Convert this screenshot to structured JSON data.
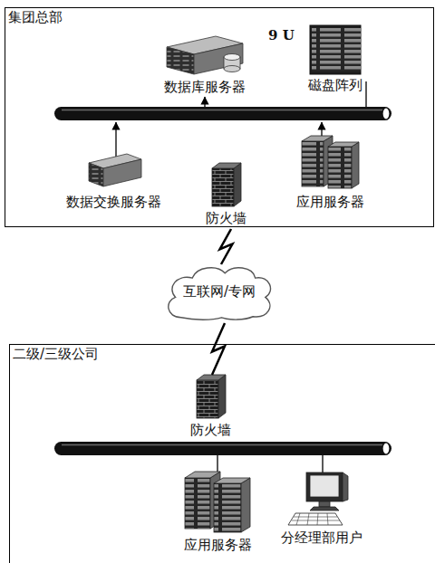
{
  "diagram": {
    "nodes": [
      {
        "text": [
          "集团总部"
        ]
      },
      {
        "text": [
          "数据库服务器"
        ],
        "in": 0
      },
      {
        "text": [
          "磁盘阵列"
        ],
        "in": 0
      },
      {
        "text": [
          "数据交换服务器"
        ],
        "in": 0
      },
      {
        "text": [
          "防火墙"
        ],
        "in": 0
      },
      {
        "text": [
          "应用服务器"
        ],
        "in": 0
      },
      {
        "text": [
          "互联网/专网"
        ]
      },
      {
        "text": [
          "二级/三级公司"
        ]
      },
      {
        "text": [
          "防火墙"
        ],
        "in": 7
      },
      {
        "text": [
          "应用服务器"
        ],
        "in": 7
      },
      {
        "text": [
          "分经理部用户"
        ],
        "in": 7
      }
    ],
    "edges": [
      {
        "from": 4,
        "to": 6,
        "arrow": "none"
      },
      {
        "from": 6,
        "to": 8,
        "arrow": "none"
      }
    ],
    "labels": [
      "9 U"
    ]
  }
}
